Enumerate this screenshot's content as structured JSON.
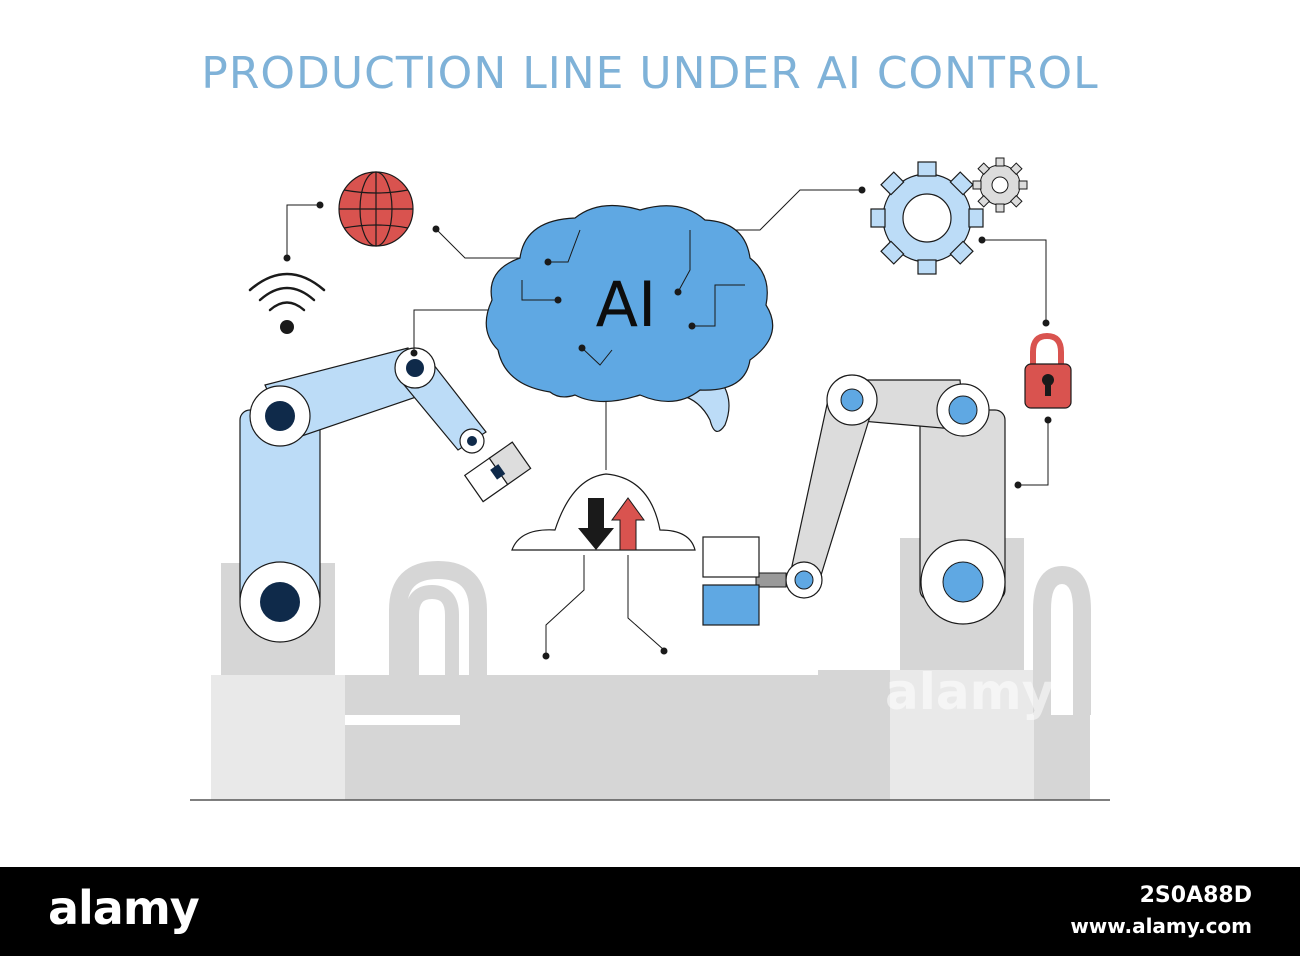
{
  "title": "PRODUCTION LINE UNDER AI CONTROL",
  "brain_label": "AI",
  "watermark": "alamy",
  "footer": {
    "brand": "alamy",
    "image_code": "2S0A88D",
    "url": "www.alamy.com"
  },
  "colors": {
    "title": "#7fb2d8",
    "brain": "#5fa8e3",
    "arm_left": "#bcdcf7",
    "arm_right": "#dcdcdc",
    "globe_lock_arrow": "#d9534f",
    "gear": "#bcdcf7",
    "factory": "#d6d6d6"
  },
  "icons": [
    "wifi-icon",
    "globe-icon",
    "brain-icon",
    "gear-icon",
    "lock-icon",
    "cloud-sync-icon",
    "robot-arm-left",
    "robot-arm-right"
  ]
}
